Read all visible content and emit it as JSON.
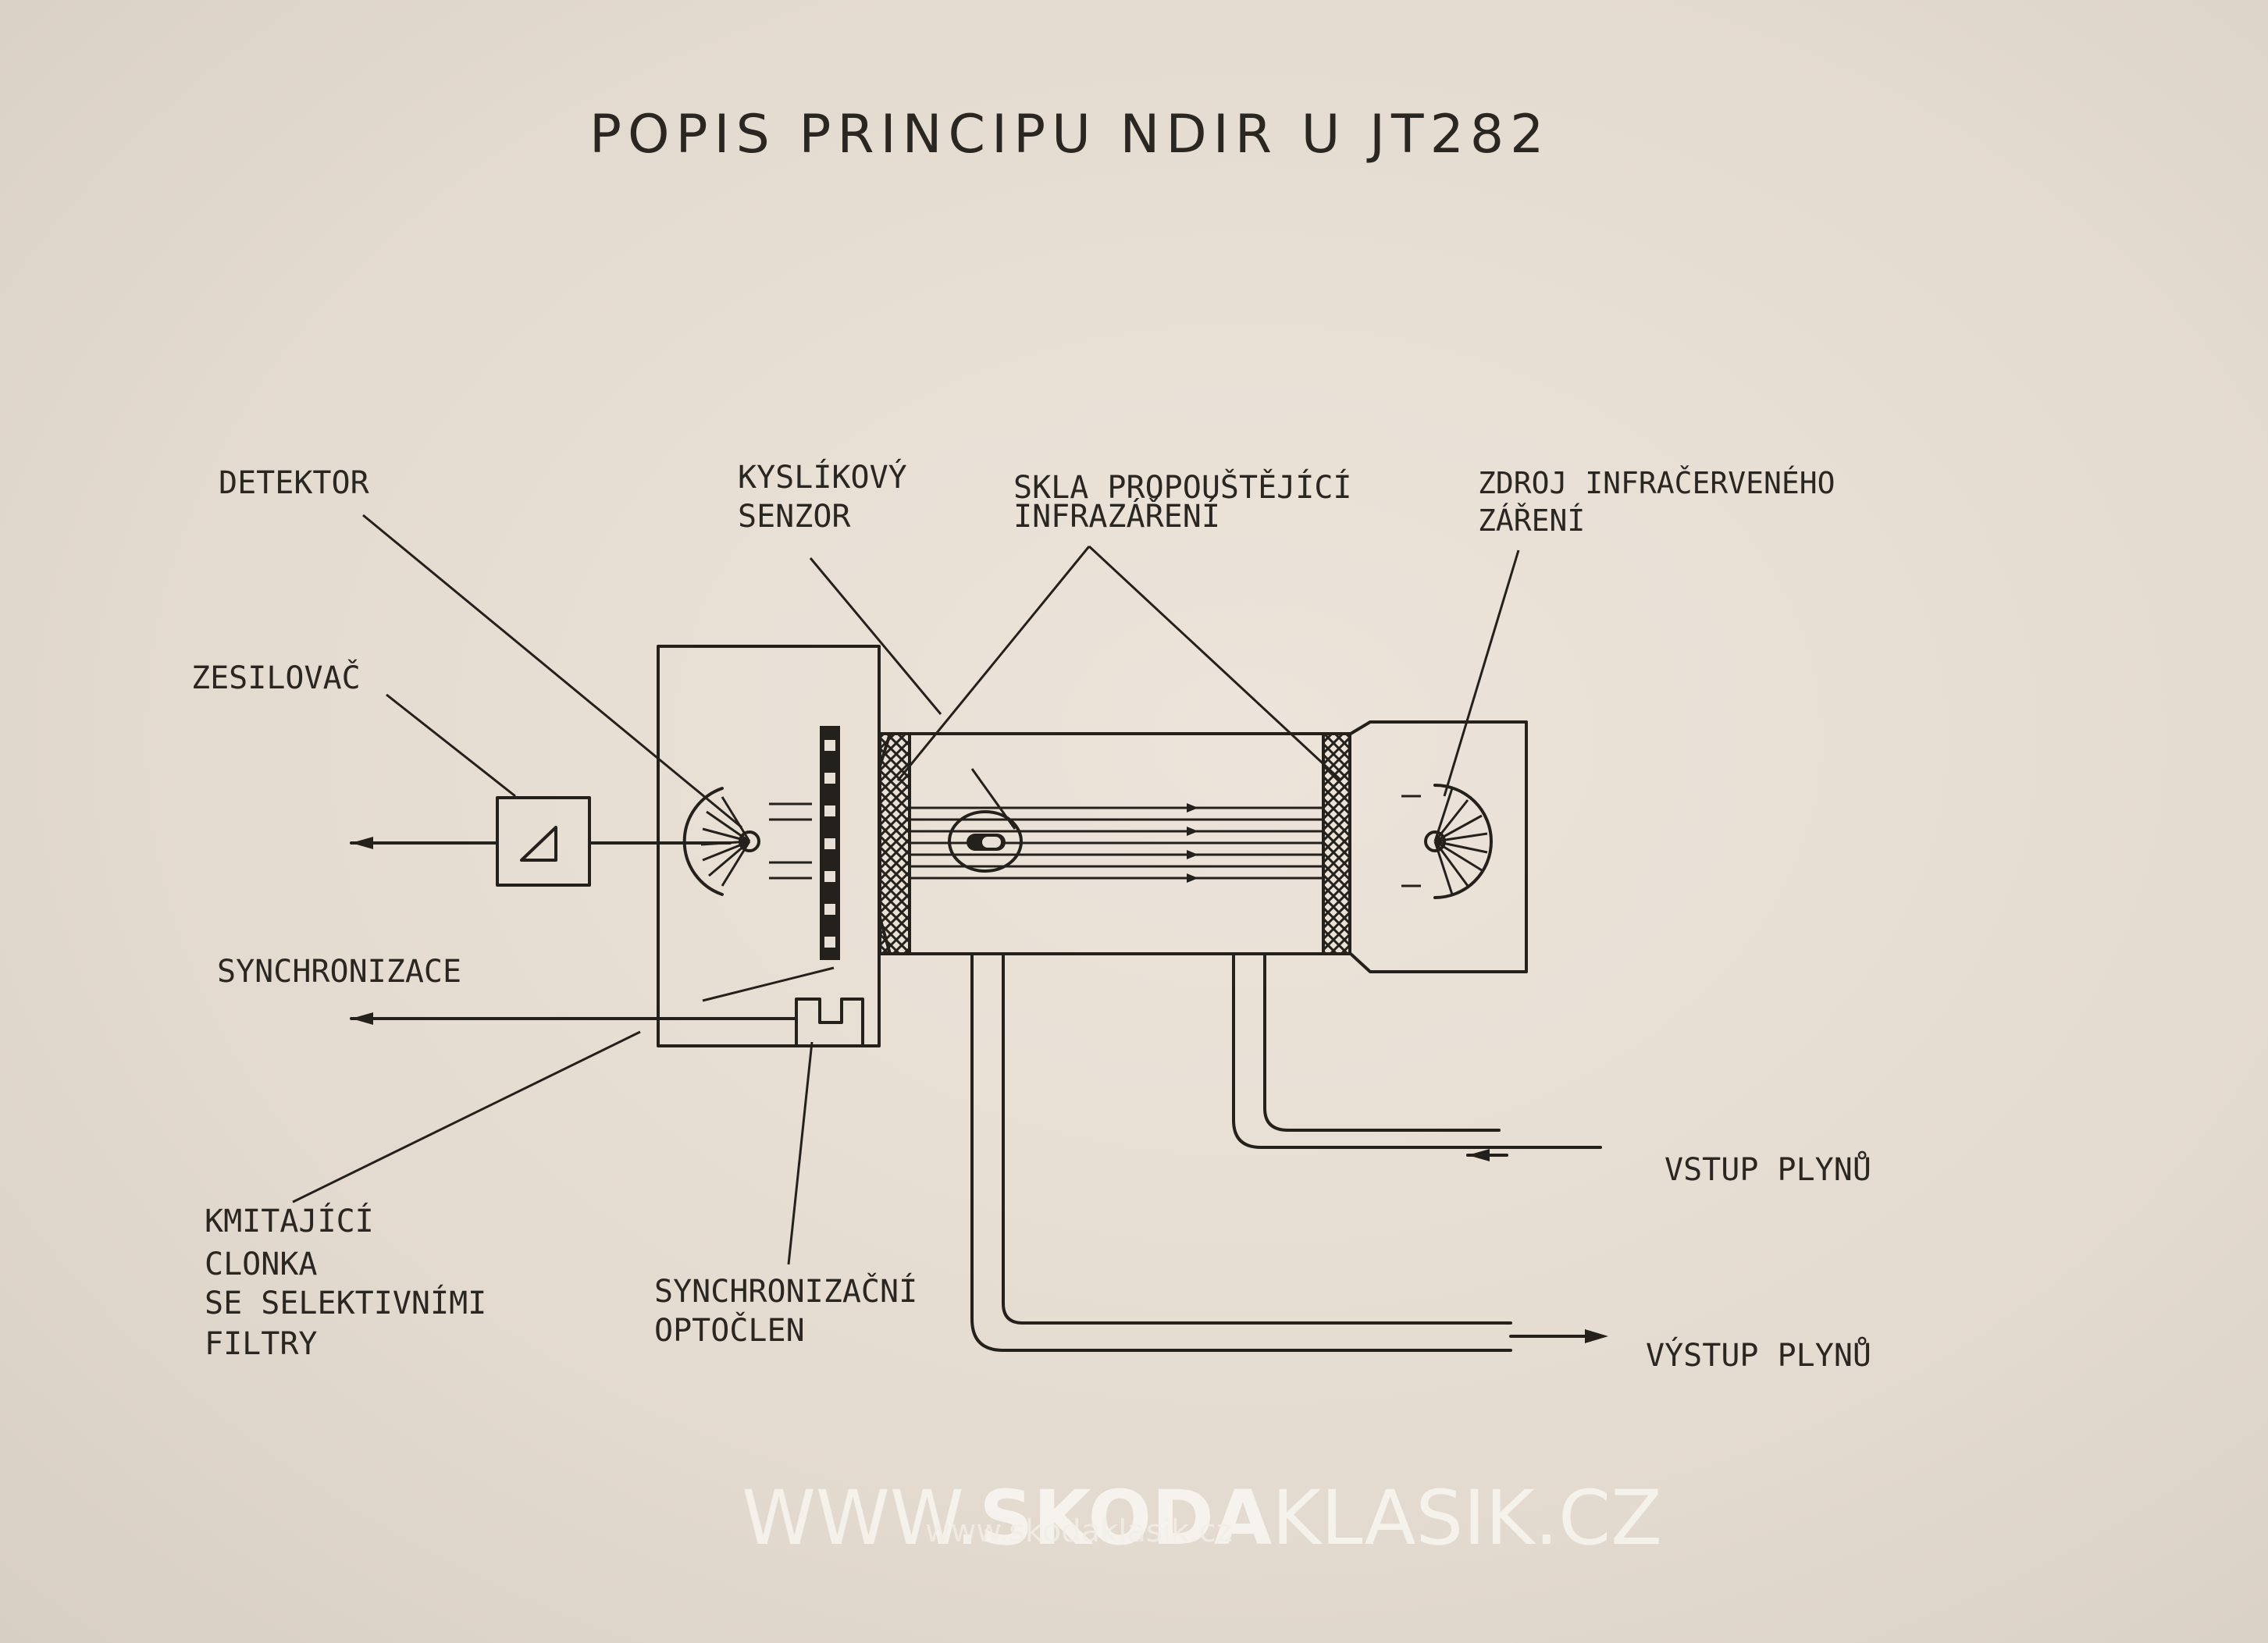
{
  "title": "POPIS PRINCIPU NDIR U JT282",
  "labels": {
    "detektor": "DETEKTOR",
    "kyslikovy_1": "KYSLÍKOVÝ",
    "kyslikovy_2": "SENZOR",
    "skla_1": "SKLA PROPOUŠTĚJÍCÍ",
    "skla_2": "INFRAZÁŘENÍ",
    "zdroj_1": "ZDROJ INFRAČERVENÉHO",
    "zdroj_2": "ZÁŘENÍ",
    "zesilovac": "ZESILOVAČ",
    "synchronizace": "SYNCHRONIZACE",
    "kmitajici_1": "KMITAJÍCÍ",
    "kmitajici_2": "CLONKA",
    "kmitajici_3": "SE SELEKTIVNÍMI",
    "kmitajici_4": "FILTRY",
    "optoclen_1": "SYNCHRONIZAČNÍ",
    "optoclen_2": "OPTOČLEN",
    "vstup": "VSTUP PLYNŮ",
    "vystup": "VÝSTUP PLYNŮ"
  },
  "watermark": {
    "www": "WWW.",
    "brand": "SKODA",
    "rest": "KLASIK",
    "tld": ".CZ",
    "small": "www.skodaklasik.cz"
  }
}
